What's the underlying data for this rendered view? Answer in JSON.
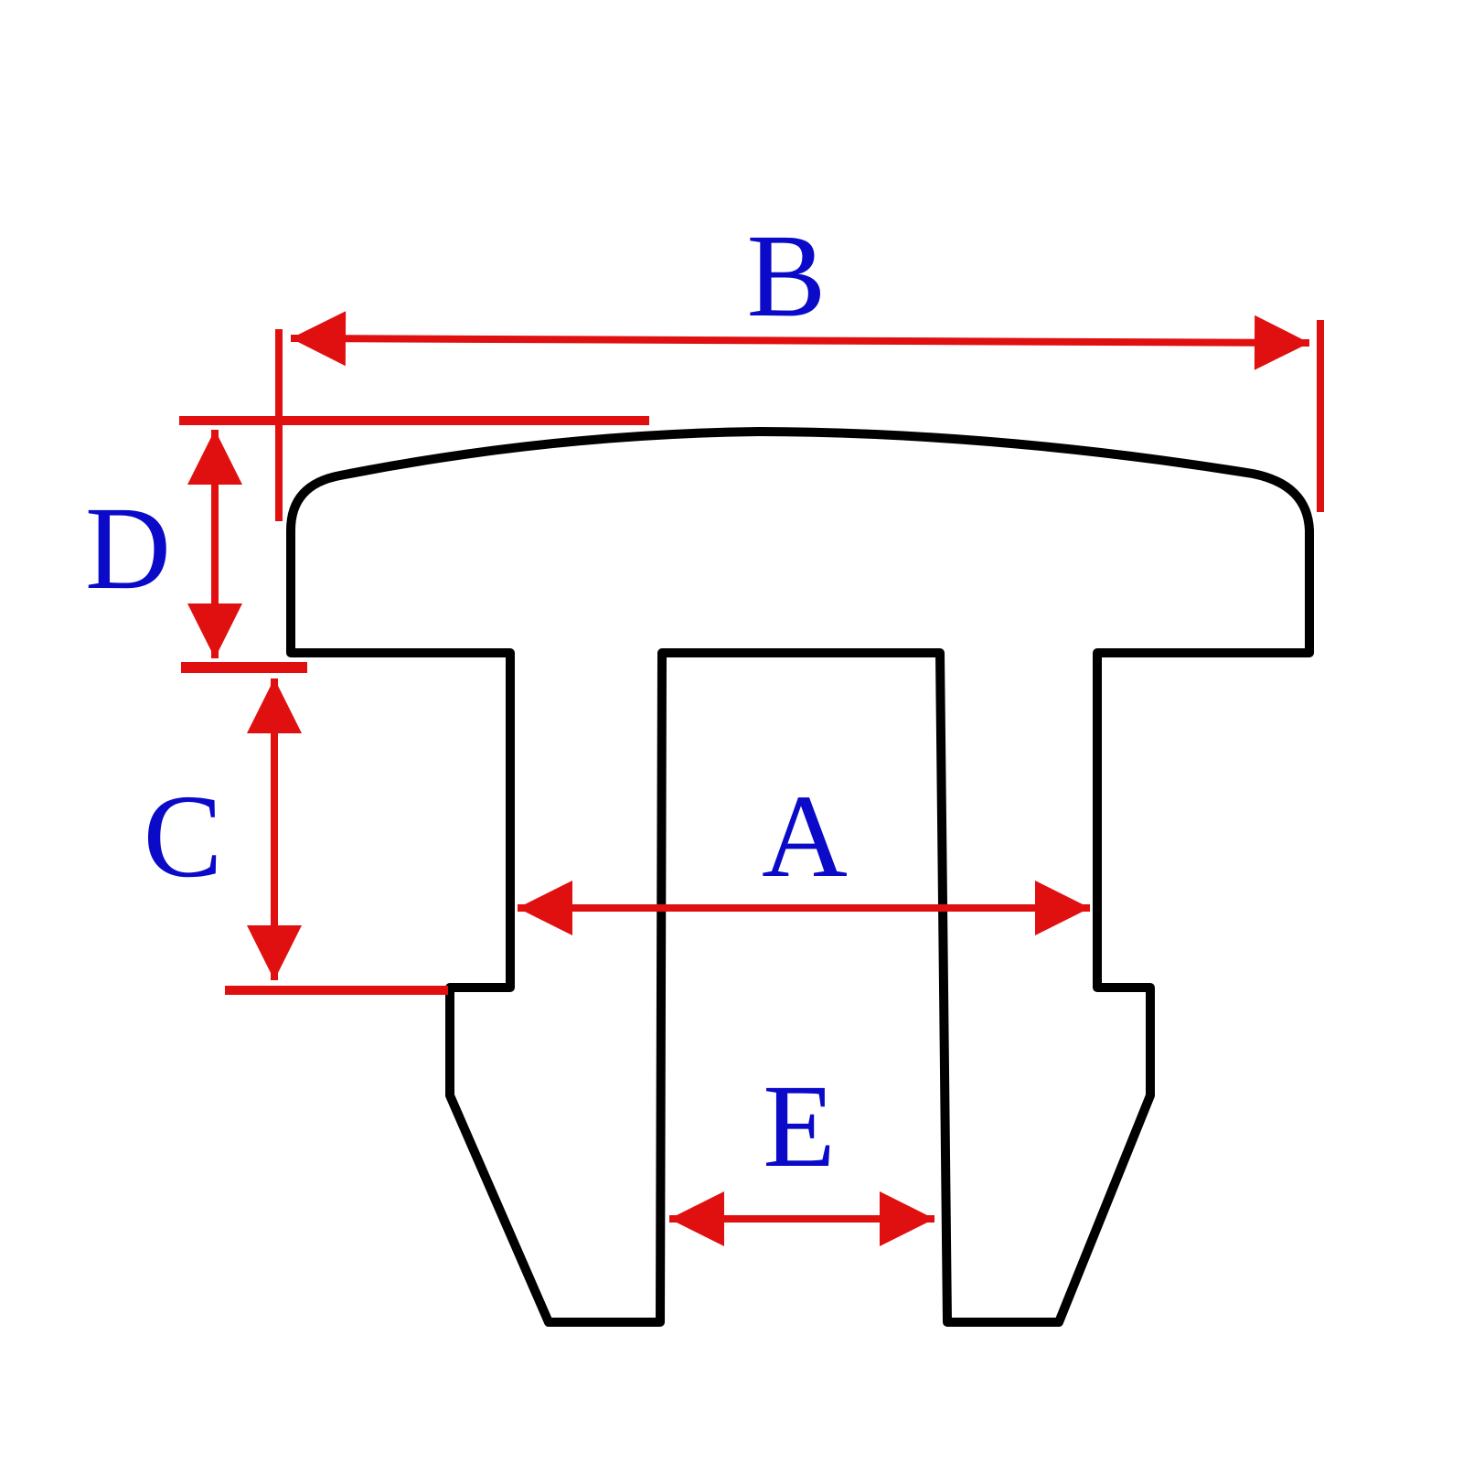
{
  "colors": {
    "outline": "#000000",
    "dimension": "#e01010",
    "label": "#0a0ac8",
    "background": "#ffffff"
  },
  "labels": {
    "a": "A",
    "b": "B",
    "c": "C",
    "d": "D",
    "e": "E"
  }
}
